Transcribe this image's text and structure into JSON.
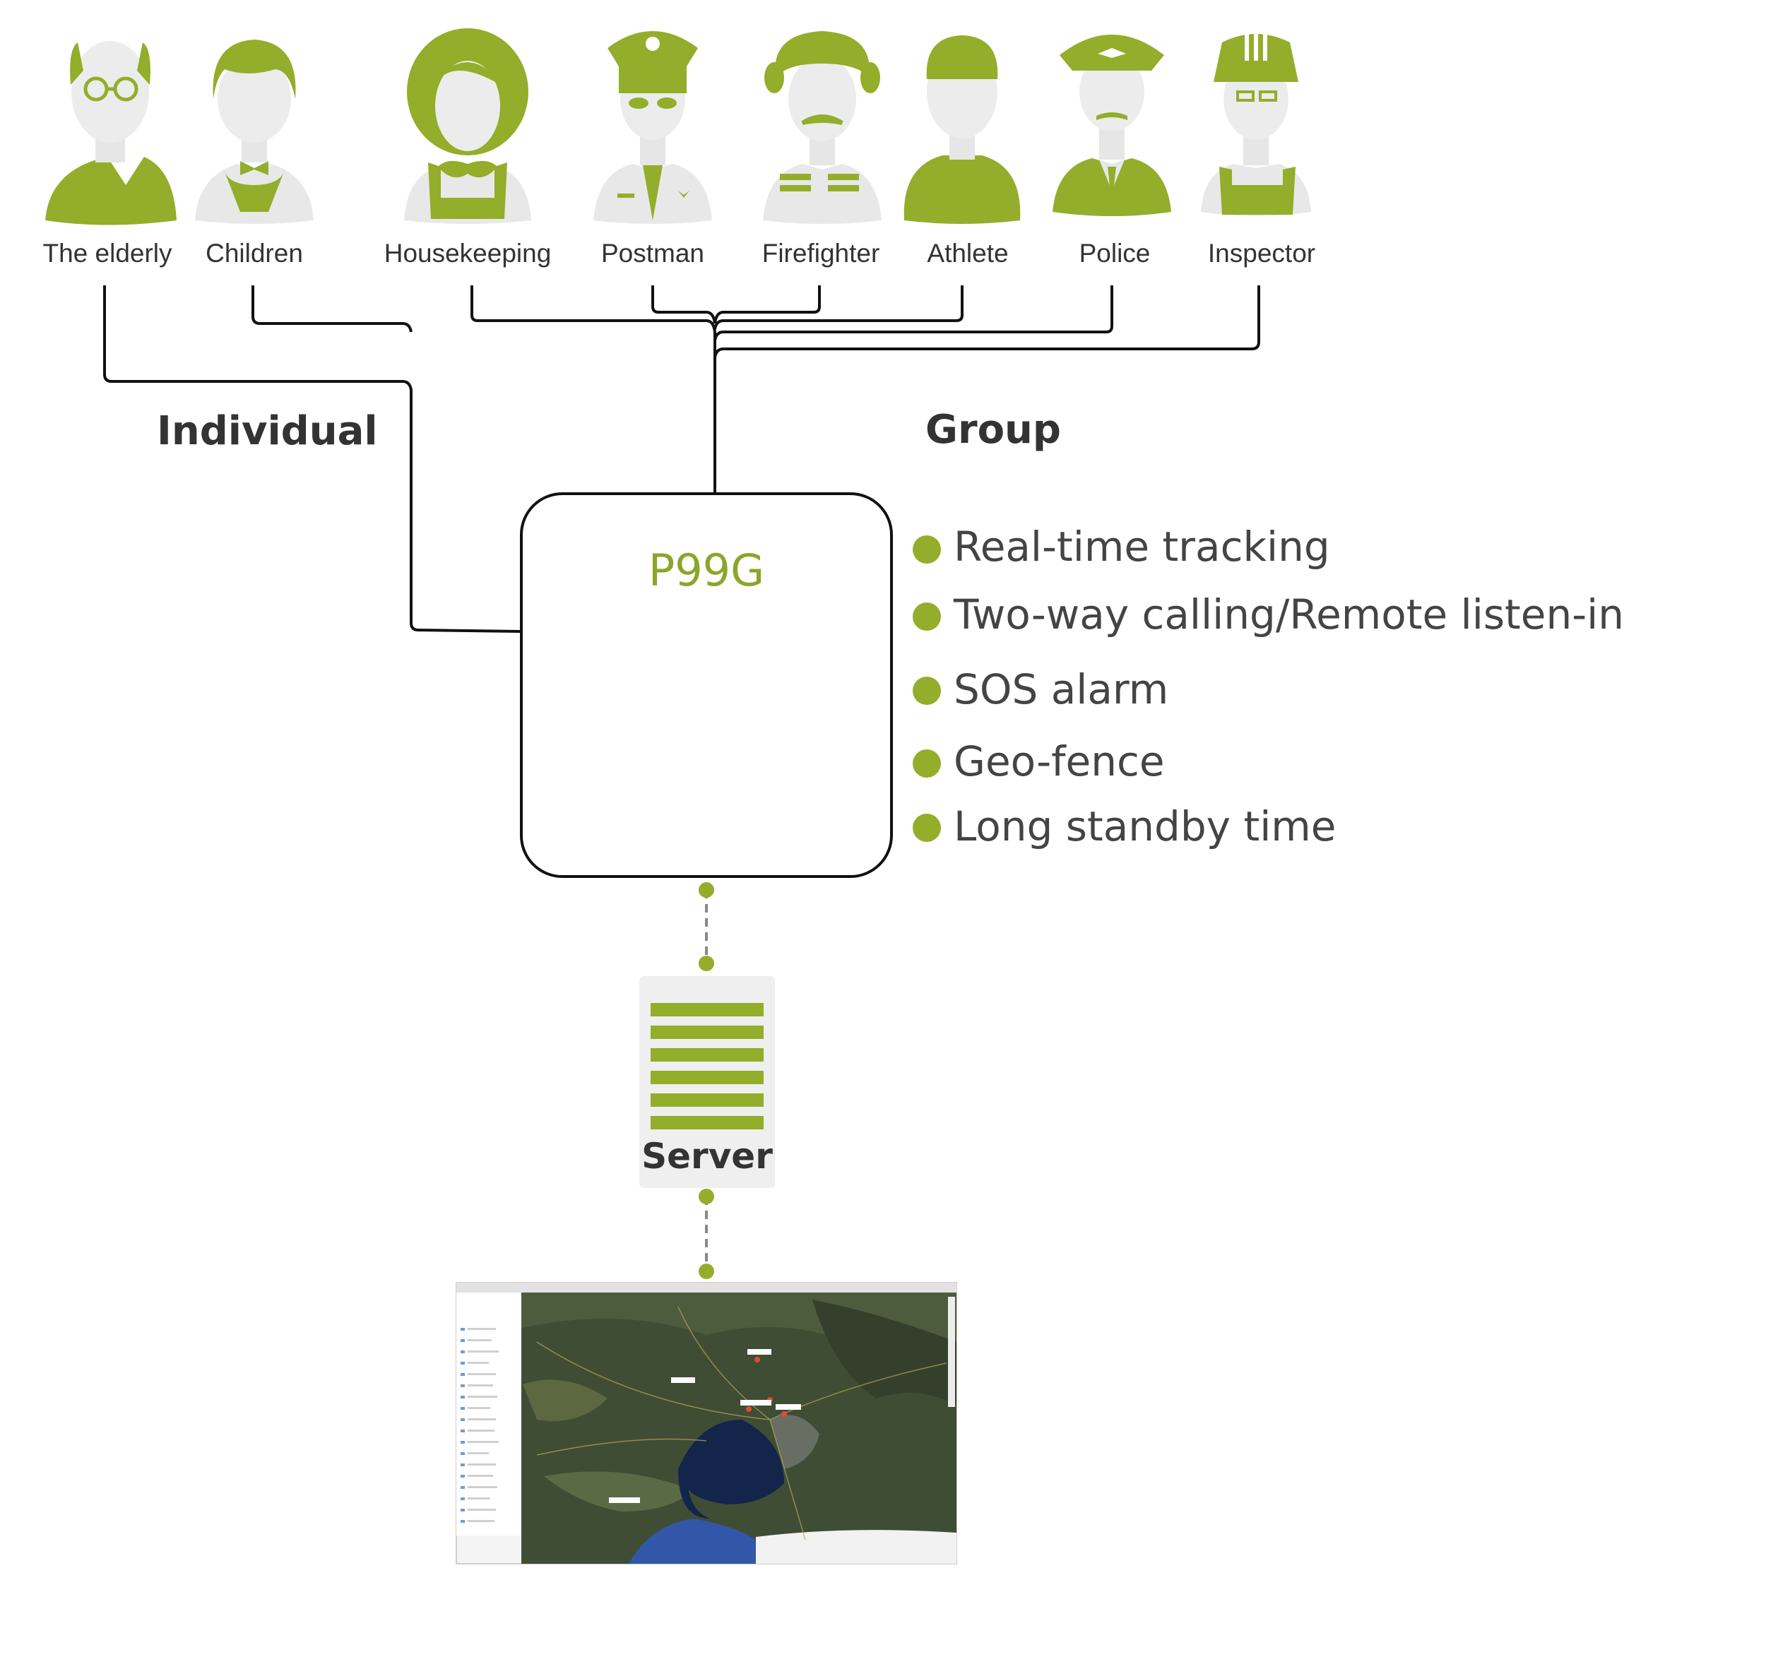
{
  "personas": [
    {
      "label": "The elderly",
      "icon": "elderly-person-icon"
    },
    {
      "label": "Children",
      "icon": "child-icon"
    },
    {
      "label": "Housekeeping",
      "icon": "housekeeper-icon"
    },
    {
      "label": "Postman",
      "icon": "postman-icon"
    },
    {
      "label": "Firefighter",
      "icon": "firefighter-icon"
    },
    {
      "label": "Athlete",
      "icon": "athlete-icon"
    },
    {
      "label": "Police",
      "icon": "police-icon"
    },
    {
      "label": "Inspector",
      "icon": "inspector-icon"
    }
  ],
  "groups": {
    "individual": "Individual",
    "group": "Group"
  },
  "device": {
    "model": "P99G",
    "image": "gps-tracker-device-icon"
  },
  "features": [
    "Real-time tracking",
    "Two-way calling/Remote listen-in",
    "SOS alarm",
    "Geo-fence",
    "Long standby time"
  ],
  "server": {
    "label": "Server",
    "icon": "server-icon"
  },
  "platform": {
    "image": "tracking-platform-map-screenshot"
  },
  "colors": {
    "accent_green": "#94ad2a",
    "device_orange": "#f07a2a",
    "line": "#111111",
    "dashed_connector": "#888888"
  }
}
